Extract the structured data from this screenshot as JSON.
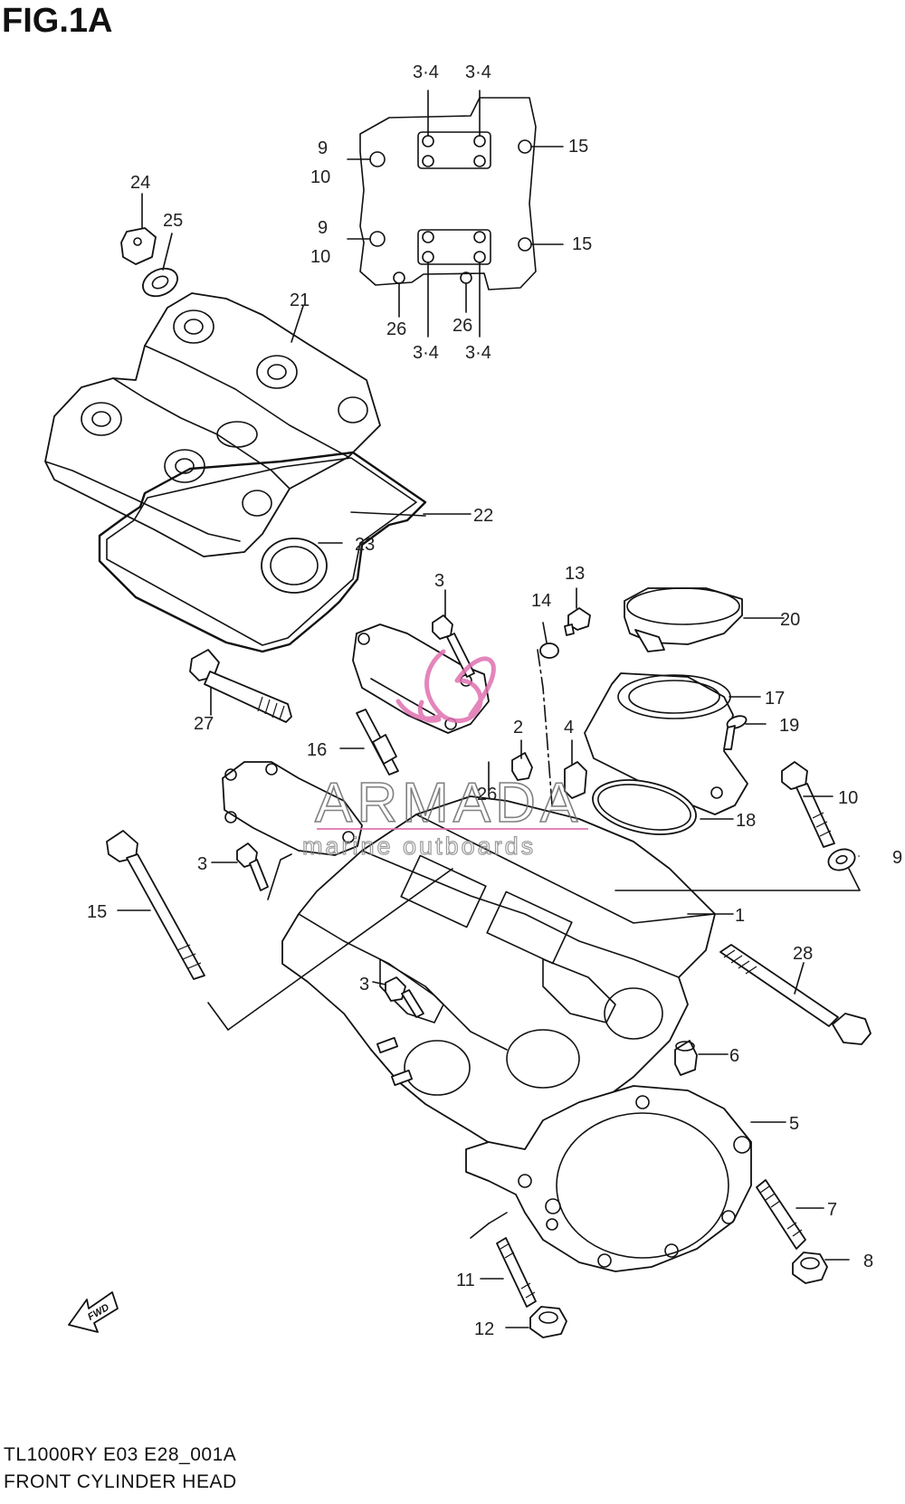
{
  "figure": {
    "title": "FIG.1A",
    "model_code": "TL1000RY E03 E28_001A",
    "caption": "FRONT CYLINDER HEAD"
  },
  "watermark": {
    "brand": "ARMADA",
    "tagline": "marine outboards"
  },
  "fwd_badge": "FWD",
  "inset_labels": {
    "top_left_34": "3·4",
    "top_right_34": "3·4",
    "bot_left_34": "3·4",
    "bot_right_34": "3·4",
    "upper_9": "9",
    "upper_10": "10",
    "lower_9": "9",
    "lower_10": "10",
    "upper_15": "15",
    "lower_15": "15",
    "left_26": "26",
    "right_26": "26"
  },
  "part_labels": {
    "p1": "1",
    "p2": "2",
    "p3a": "3",
    "p3b": "3",
    "p3c": "3",
    "p4": "4",
    "p5": "5",
    "p6": "6",
    "p7": "7",
    "p8": "8",
    "p9": "9",
    "p10": "10",
    "p11": "11",
    "p12": "12",
    "p13": "13",
    "p14": "14",
    "p15": "15",
    "p16": "16",
    "p17": "17",
    "p18": "18",
    "p19": "19",
    "p20": "20",
    "p21": "21",
    "p22": "22",
    "p23": "23",
    "p24": "24",
    "p25": "25",
    "p26": "26",
    "p27": "27",
    "p28": "28"
  },
  "colors": {
    "line": "#111111",
    "watermark_logo": "#e070b0",
    "background": "#ffffff"
  }
}
